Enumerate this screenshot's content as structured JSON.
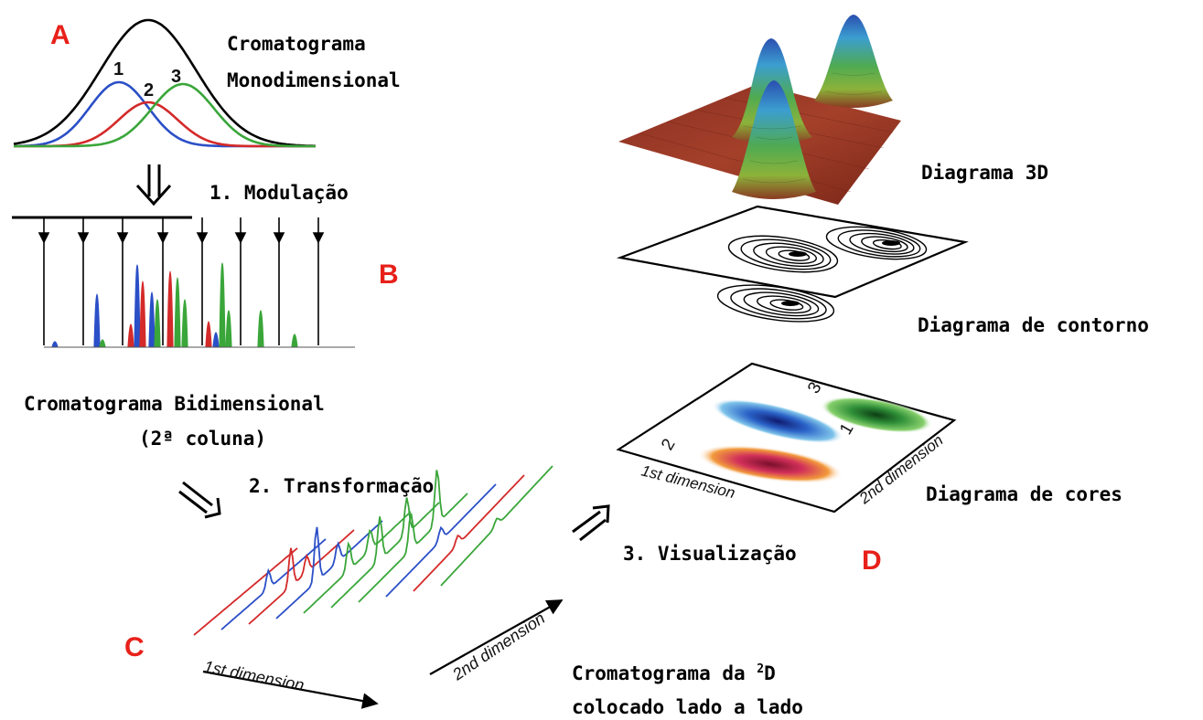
{
  "panels": {
    "a": {
      "letter": "A",
      "title_line1": "Cromatograma",
      "title_line2": "Monodimensional",
      "peak_labels": [
        "1",
        "2",
        "3"
      ]
    },
    "b": {
      "letter": "B",
      "title_line1": "Cromatograma Bidimensional",
      "title_line2": "(2ª coluna)"
    },
    "c": {
      "letter": "C",
      "axis_1": "1st dimension",
      "axis_2": "2nd dimension",
      "caption_line1_prefix": "Cromatograma da ",
      "caption_line1_sup": "2",
      "caption_line1_suffix": "D",
      "caption_line2": "colocado lado a lado"
    },
    "d": {
      "letter": "D",
      "label_3d": "Diagrama 3D",
      "label_contour": "Diagrama de contorno",
      "label_colors": "Diagrama de cores",
      "axis_1": "1st dimension",
      "axis_2": "2nd dimension",
      "spot_labels": [
        "1",
        "2",
        "3"
      ]
    }
  },
  "steps": {
    "s1": "1. Modulação",
    "s2": "2. Transformação",
    "s3": "3. Visualização"
  },
  "colors": {
    "blue": "#2b4fc7",
    "red": "#d42a2a",
    "green": "#3aa63a",
    "accent": "#e8201a"
  }
}
